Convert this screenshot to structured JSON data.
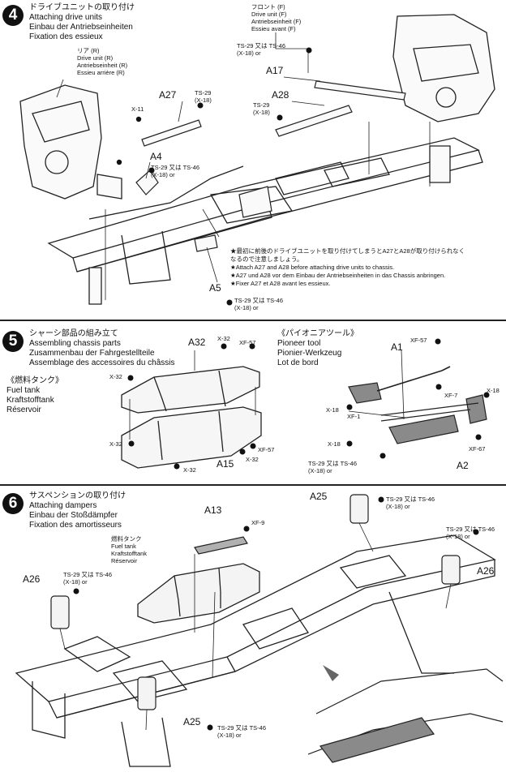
{
  "step4": {
    "number": "4",
    "title": [
      "ドライブユニットの取り付け",
      "Attaching drive units",
      "Einbau der Antriebseinheiten",
      "Fixation des essieux"
    ],
    "rear_unit": [
      "リア (R)",
      "Drive unit (R)",
      "Antriebseinheit (R)",
      "Essieu arrière (R)"
    ],
    "front_unit": [
      "フロント (F)",
      "Drive unit (F)",
      "Antriebseinheit (F)",
      "Essieu avant (F)"
    ],
    "parts": {
      "a27": "A27",
      "a4": "A4",
      "a5": "A5",
      "a17": "A17",
      "a28": "A28"
    },
    "screws": {
      "ts29_x18": [
        "TS-29",
        "(X-18)"
      ],
      "x11": "X-11",
      "ts29_or_ts46": [
        "TS-29 又は TS-46",
        "(X-18)  or"
      ]
    },
    "notes": [
      "★最初に前後のドライブユニットを取り付けてしまうとA27とA28が取り付けられなく",
      "なるので注意しましょう。",
      "★Attach A27 and A28 before attaching drive units to chassis.",
      "★A27 und A28 vor dem Einbau der Antriebseinheiten in das Chassis anbringen.",
      "★Fixer A27 et A28 avant les essieux."
    ]
  },
  "step5": {
    "number": "5",
    "title": [
      "シャーシ部品の組み立て",
      "Assembling chassis parts",
      "Zusammenbau der Fahrgestellteile",
      "Assemblage des accessoires du châssis"
    ],
    "fuel_tank": [
      "《燃料タンク》",
      "Fuel tank",
      "Kraftstofftank",
      "Réservoir"
    ],
    "pioneer_tool": [
      "《パイオニアツール》",
      "Pioneer tool",
      "Pionier-Werkzeug",
      "Lot de bord"
    ],
    "parts": {
      "a32": "A32",
      "a15": "A15",
      "a1": "A1",
      "a2": "A2"
    },
    "screws": {
      "x32": "X-32",
      "xf57": "XF-57",
      "x18": "X-18",
      "xf7": "XF-7",
      "xf1": "XF-1",
      "xf67": "XF-67"
    },
    "ts_note": [
      "TS-29 又は TS-46",
      "(X-18)  or"
    ]
  },
  "step6": {
    "number": "6",
    "title": [
      "サスペンションの取り付け",
      "Attaching dampers",
      "Einbau der Stoßdämpfer",
      "Fixation des amortisseurs"
    ],
    "fuel_tank": [
      "燃料タンク",
      "Fuel tank",
      "Kraftstofftank",
      "Réservoir"
    ],
    "parts": {
      "a13": "A13",
      "a25": "A25",
      "a26": "A26"
    },
    "screws": {
      "xf9": "XF-9"
    },
    "ts_note": [
      "TS-29 又は TS-46",
      "(X-18)  or"
    ]
  }
}
